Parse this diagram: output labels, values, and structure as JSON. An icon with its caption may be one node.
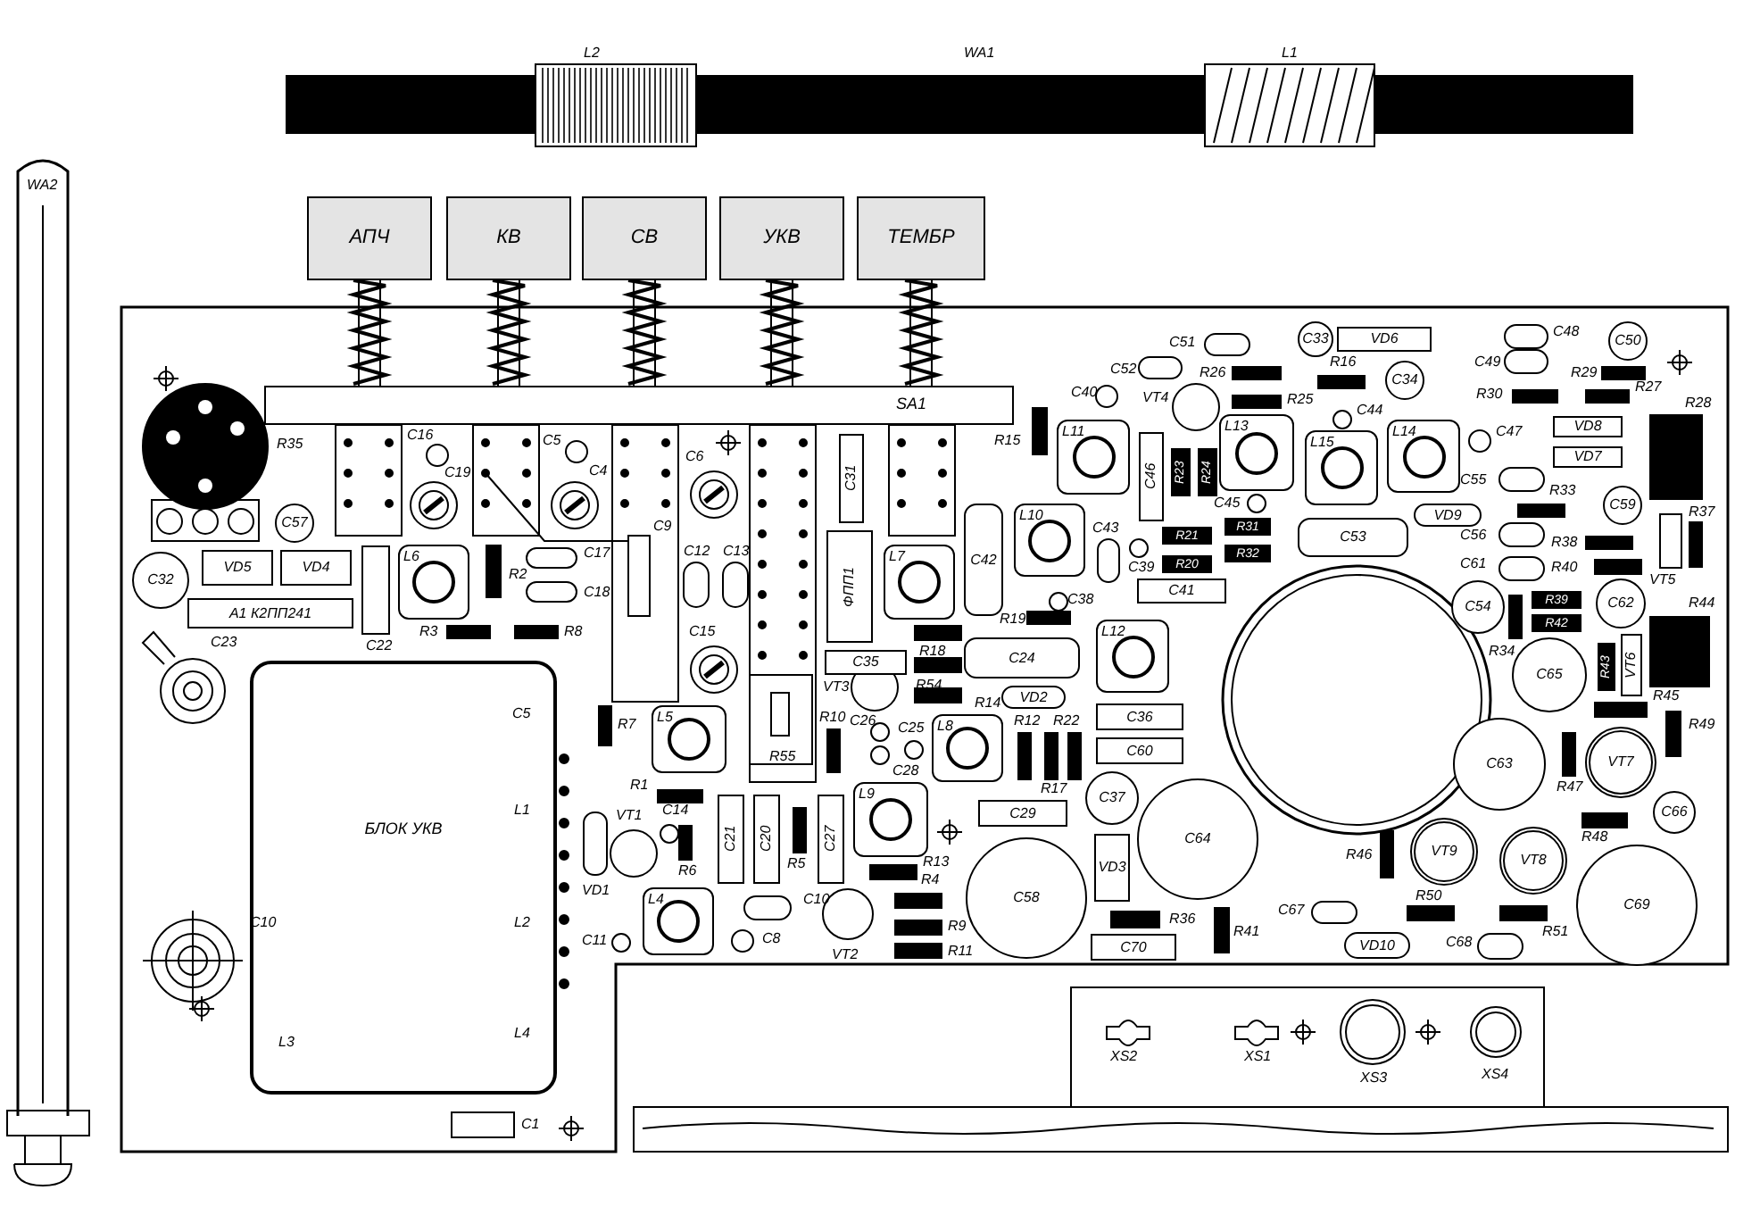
{
  "diagram": {
    "nodes": [
      {
        "text": [
          "АПЧ"
        ]
      },
      {
        "text": [
          "КВ"
        ]
      },
      {
        "text": [
          "СВ"
        ]
      },
      {
        "text": [
          "УКВ"
        ]
      },
      {
        "text": [
          "ТЕМБР"
        ]
      },
      {
        "text": [
          "SA1"
        ]
      },
      {
        "text": [
          "C32"
        ]
      },
      {
        "text": [
          "VD5"
        ]
      },
      {
        "text": [
          "VD4"
        ]
      },
      {
        "text": [
          "C57"
        ]
      },
      {
        "text": [
          "А1 К2ПП241"
        ]
      },
      {
        "text": [
          "L6"
        ]
      },
      {
        "text": [
          "C31"
        ]
      },
      {
        "text": [
          "ФПП1"
        ]
      },
      {
        "text": [
          "L7"
        ]
      },
      {
        "text": [
          "C42"
        ]
      },
      {
        "text": [
          "L10"
        ]
      },
      {
        "text": [
          "L11"
        ]
      },
      {
        "text": [
          "C46"
        ]
      },
      {
        "text": [
          "R23"
        ]
      },
      {
        "text": [
          "R24"
        ]
      },
      {
        "text": [
          "R21"
        ]
      },
      {
        "text": [
          "R20"
        ]
      },
      {
        "text": [
          "R31"
        ]
      },
      {
        "text": [
          "R32"
        ]
      },
      {
        "text": [
          "C41"
        ]
      },
      {
        "text": [
          "C35"
        ]
      },
      {
        "text": [
          "C24"
        ]
      },
      {
        "text": [
          "VD2"
        ]
      },
      {
        "text": [
          "L12"
        ]
      },
      {
        "text": [
          "C36"
        ]
      },
      {
        "text": [
          "L13"
        ]
      },
      {
        "text": [
          "L15"
        ]
      },
      {
        "text": [
          "L14"
        ]
      },
      {
        "text": [
          "C33"
        ]
      },
      {
        "text": [
          "VD6"
        ]
      },
      {
        "text": [
          "C34"
        ]
      },
      {
        "text": [
          "C53"
        ]
      },
      {
        "text": [
          "VD9"
        ]
      },
      {
        "text": [
          "VD8"
        ]
      },
      {
        "text": [
          "VD7"
        ]
      },
      {
        "text": [
          "C50"
        ]
      },
      {
        "text": [
          "C59"
        ]
      },
      {
        "text": [
          "C54"
        ]
      },
      {
        "text": [
          "C62"
        ]
      },
      {
        "text": [
          "R39"
        ]
      },
      {
        "text": [
          "R42"
        ]
      },
      {
        "text": [
          "VT6"
        ]
      },
      {
        "text": [
          "R43"
        ]
      },
      {
        "text": [
          "C65"
        ]
      },
      {
        "text": [
          "C63"
        ]
      },
      {
        "text": [
          "VT7"
        ]
      },
      {
        "text": [
          "C66"
        ]
      },
      {
        "text": [
          "VT9"
        ]
      },
      {
        "text": [
          "VT8"
        ]
      },
      {
        "text": [
          "C69"
        ]
      },
      {
        "text": [
          "VD10"
        ]
      },
      {
        "text": [
          "C60"
        ]
      },
      {
        "text": [
          "C29"
        ]
      },
      {
        "text": [
          "C37"
        ]
      },
      {
        "text": [
          "C64"
        ]
      },
      {
        "text": [
          "VD3"
        ]
      },
      {
        "text": [
          "C58"
        ]
      },
      {
        "text": [
          "C70"
        ]
      },
      {
        "text": [
          "C21"
        ]
      },
      {
        "text": [
          "C20"
        ]
      },
      {
        "text": [
          "C27"
        ]
      },
      {
        "text": [
          "L9"
        ]
      },
      {
        "text": [
          "L8"
        ]
      },
      {
        "text": [
          "L5"
        ]
      },
      {
        "text": [
          "L4"
        ]
      },
      {
        "text": [
          "БЛОК УКВ"
        ]
      }
    ],
    "labels": [
      "L2",
      "WA1",
      "L1",
      "WA2",
      "C48",
      "C51",
      "C52",
      "R16",
      "C49",
      "R29",
      "R26",
      "C40",
      "VT4",
      "R30",
      "R27",
      "R25",
      "R28",
      "C44",
      "R15",
      "C47",
      "C16",
      "C5",
      "R35",
      "C6",
      "C19",
      "C4",
      "C55",
      "R33",
      "C45",
      "R37",
      "C43",
      "C9",
      "C56",
      "R38",
      "C12",
      "C13",
      "C17",
      "C39",
      "C61",
      "R40",
      "R2",
      "C18",
      "VT5",
      "R44",
      "C38",
      "R19",
      "R3",
      "R8",
      "C15",
      "C22",
      "C23",
      "R34",
      "R18",
      "R54",
      "VT3",
      "R14",
      "R45",
      "C5",
      "R7",
      "R10",
      "C26",
      "R12",
      "R22",
      "C25",
      "R49",
      "R55",
      "C28",
      "R47",
      "R17",
      "R1",
      "C14",
      "VT1",
      "L1",
      "R48",
      "R46",
      "R13",
      "R5",
      "R6",
      "R4",
      "VD1",
      "R50",
      "C10",
      "C67",
      "R36",
      "L2",
      "C10",
      "R9",
      "R41",
      "R51",
      "C11",
      "C8",
      "C68",
      "R11",
      "VT2",
      "L4",
      "L3",
      "XS2",
      "XS1",
      "XS4",
      "XS3",
      "C1"
    ]
  }
}
